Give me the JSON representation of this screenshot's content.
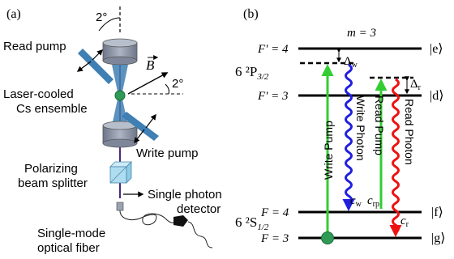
{
  "panel_a": {
    "label": "(a)",
    "angle_top": "2°",
    "read_pump": "Read pump",
    "b_field_symbol": "B",
    "angle_right": "2°",
    "ensemble_line1": "Laser-cooled",
    "ensemble_line2": "Cs ensemble",
    "write_pump": "Write pump",
    "pbs_line1": "Polarizing",
    "pbs_line2": "beam splitter",
    "detector_line1": "Single photon",
    "detector_line2": "detector",
    "fiber_line1": "Single-mode",
    "fiber_line2": "optical fiber"
  },
  "panel_b": {
    "label": "(b)",
    "m_label": "m = 3",
    "level_e_left": "F' = 4",
    "level_d_left": "F' = 3",
    "level_f_left": "F = 4",
    "level_g_left": "F = 3",
    "p_state": "6 ²P",
    "p_sub": "3/2",
    "s_state": "6 ²S",
    "s_sub": "1/2",
    "ket_e": "|e⟩",
    "ket_d": "|d⟩",
    "ket_f": "|f⟩",
    "ket_g": "|g⟩",
    "delta_w": "Δ",
    "delta_w_sub": "w",
    "delta_r": "Δ",
    "delta_r_sub": "r",
    "write_pump": "Write Pump",
    "write_photon": "Write Photon",
    "read_pump": "Read Pump",
    "read_photon": "Read Photon",
    "c_w": "c",
    "c_w_sub": "w",
    "c_rp": "c",
    "c_rp_sub": "rp",
    "c_r": "c",
    "c_r_sub": "r"
  },
  "colors": {
    "write_photon": "#1f1fe0",
    "read_photon": "#ee1111",
    "pump_arrow": "#33cc33",
    "atom": "#2e9a55",
    "lens": "#8a93a6",
    "pump_beam": "#3f7fb3",
    "pbs": "#aeddf0"
  }
}
